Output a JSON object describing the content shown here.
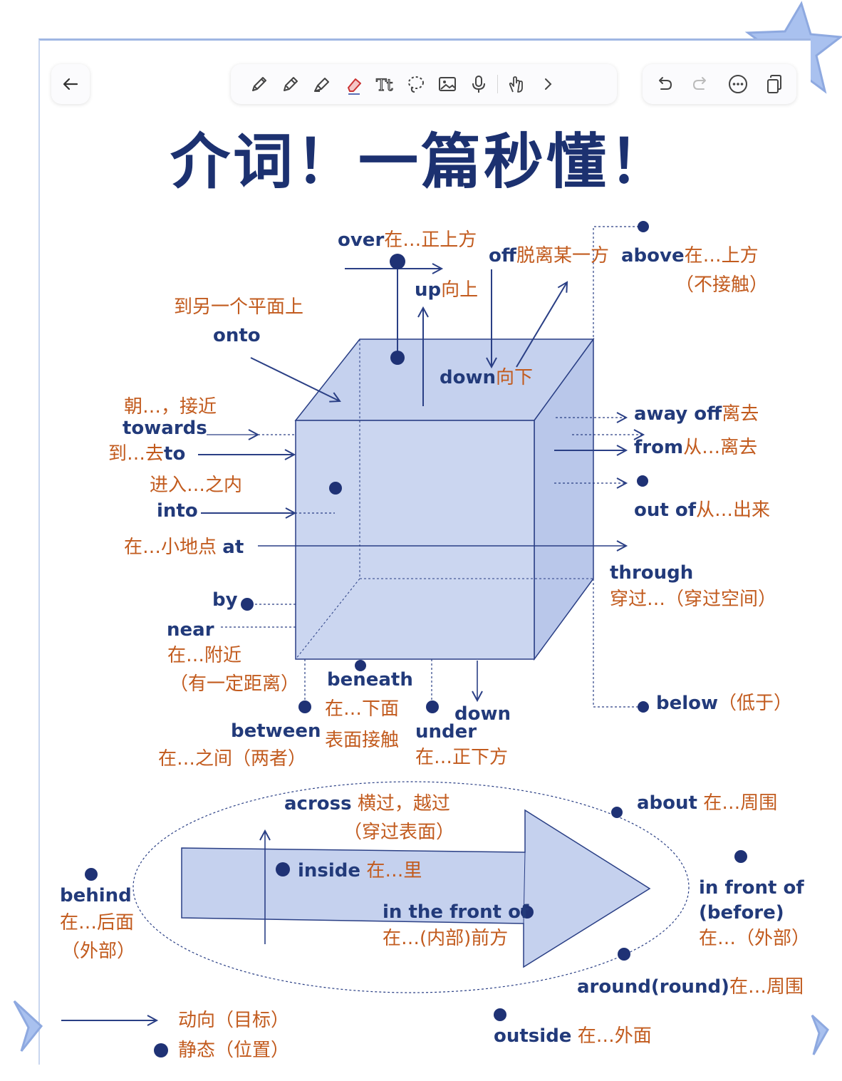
{
  "title": "介词！一篇秒懂！",
  "toolbar": {
    "back_icon": "arrow-left-icon",
    "tools": [
      "pencil-icon",
      "pen-icon",
      "highlighter-icon",
      "eraser-icon",
      "text-icon",
      "lasso-icon",
      "image-icon",
      "microphone-icon",
      "hand-touch-icon",
      "chevron-right-icon"
    ],
    "actions": [
      "undo-icon",
      "redo-icon",
      "more-icon",
      "copy-pages-icon"
    ]
  },
  "labels": {
    "over_en": "over",
    "over_cn": "在…正上方",
    "up_en": "up",
    "up_cn": "向上",
    "off_en": "off",
    "off_cn": "脱离某一方",
    "above_en": "above",
    "above_cn": "在…上方",
    "above_note": "（不接触）",
    "onto_cn": "到另一个平面上",
    "onto_en": "onto",
    "down_en": "down",
    "down_cn": "向下",
    "towards_cn": "朝…，接近",
    "towards_en": "towards",
    "to_cn": "到…去",
    "to_en": "to",
    "into_cn": "进入…之内",
    "into_en": "into",
    "at_cn": "在…小地点",
    "at_en": "at",
    "away_en": "away off",
    "away_cn": "离去",
    "from_en": "from",
    "from_cn": "从…离去",
    "outof_en": "out of",
    "outof_cn": "从…出来",
    "through_en": "through",
    "through_cn": "穿过…（穿过空间）",
    "by_en": "by",
    "near_en": "near",
    "near_cn": "在…附近",
    "near_note": "（有一定距离）",
    "beneath_en": "beneath",
    "beneath_cn": "在…下面",
    "beneath_note": "表面接触",
    "between_en": "between",
    "between_cn": "在…之间（两者）",
    "down2_en": "down",
    "under_en": "under",
    "under_cn": "在…正下方",
    "below_en": "below",
    "below_cn": "（低于）",
    "across_en": "across",
    "across_cn": "横过，越过",
    "across_note": "（穿过表面）",
    "about_en": "about",
    "about_cn": "在…周围",
    "inside_en": "inside",
    "inside_cn": "在…里",
    "behind_en": "behind",
    "behind_cn": "在…后面",
    "behind_note": "（外部）",
    "infront_en": "in the front of",
    "infront_cn": "在…(内部)前方",
    "infrontof_en": "in front of",
    "infrontof_en2": "(before)",
    "infrontof_cn": "在…（外部）",
    "around_en": "around(round)",
    "around_cn": "在…周围",
    "outside_en": "outside",
    "outside_cn": "在…外面",
    "legend_arrow": "动向（目标）",
    "legend_dot": "静态（位置）"
  },
  "colors": {
    "navy": "#1c3170",
    "orange": "#c25b1e",
    "cube_fill": "#c5d1ee",
    "stroke": "#2a3f85"
  }
}
